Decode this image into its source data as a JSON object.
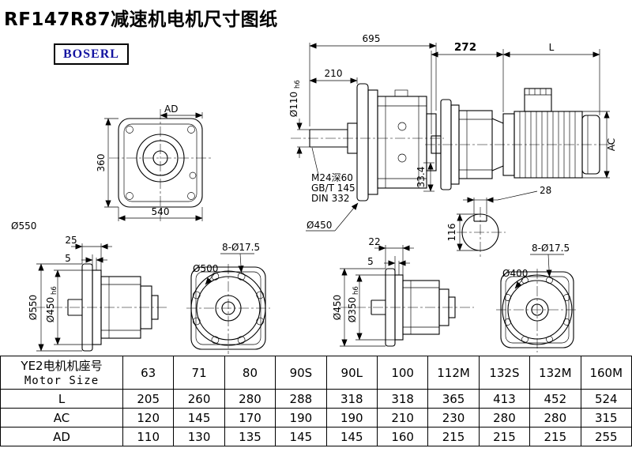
{
  "title": "RF147R87减速机电机尺寸图纸",
  "brand": "BOSERL",
  "drawing": {
    "top": {
      "dim_695": "695",
      "dim_210": "210",
      "dim_272": "272",
      "dim_L": "L",
      "dim_AC": "AC",
      "dim_AD": "AD",
      "dim_360": "360",
      "dim_540": "540",
      "dim_33_4": "33.4",
      "flange_od_550": "Ø550",
      "flange_od_450": "Ø450",
      "shaft_dia": "Ø110",
      "shaft_tol": "h6",
      "thread_note": "M24深60",
      "std_note": "GB/T 145",
      "din_note": "DIN 332",
      "key_width_28": "28",
      "key_height_116": "116"
    },
    "bottom_left": {
      "dim_25": "25",
      "dim_5": "5",
      "od_550": "Ø550",
      "spigot_450": "Ø450",
      "spigot_tol": "h6",
      "bolt_circle_500": "Ø500",
      "holes": "8-Ø17.5"
    },
    "bottom_right": {
      "dim_22": "22",
      "dim_5": "5",
      "od_450": "Ø450",
      "spigot_350": "Ø350",
      "spigot_tol": "h6",
      "bolt_circle_400": "Ø400",
      "holes": "8-Ø17.5"
    }
  },
  "table": {
    "header_cn": "YE2电机机座号",
    "header_en": "Motor Size",
    "columns": [
      "63",
      "71",
      "80",
      "90S",
      "90L",
      "100",
      "112M",
      "132S",
      "132M",
      "160M"
    ],
    "rows": [
      {
        "label": "L",
        "values": [
          "205",
          "260",
          "280",
          "288",
          "318",
          "318",
          "365",
          "413",
          "452",
          "524"
        ]
      },
      {
        "label": "AC",
        "values": [
          "120",
          "145",
          "170",
          "190",
          "190",
          "210",
          "230",
          "280",
          "280",
          "315"
        ]
      },
      {
        "label": "AD",
        "values": [
          "110",
          "130",
          "135",
          "145",
          "145",
          "160",
          "215",
          "215",
          "215",
          "255"
        ]
      }
    ]
  }
}
